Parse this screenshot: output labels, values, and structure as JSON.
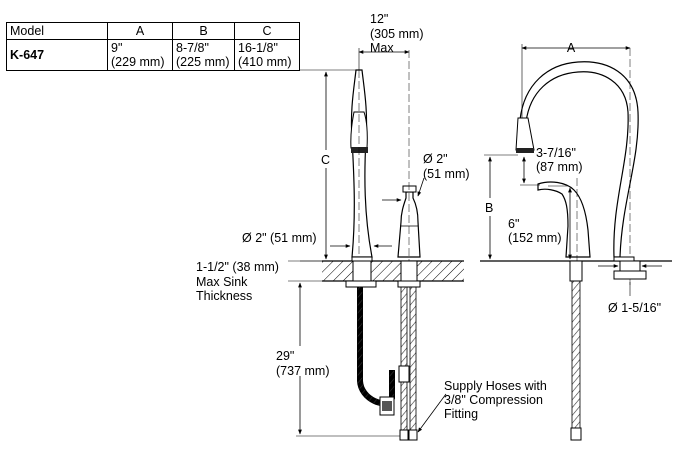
{
  "spec_table": {
    "headers": [
      "Model",
      "A",
      "B",
      "C"
    ],
    "row": {
      "model": "K-647",
      "a_line1": "9\"",
      "a_line2": "(229 mm)",
      "b_line1": "8-7/8\"",
      "b_line2": "(225 mm)",
      "c_line1": "16-1/8\"",
      "c_line2": "(410 mm)"
    }
  },
  "callouts": {
    "max_reach": [
      "12\"",
      "(305 mm)",
      "Max"
    ],
    "dim_c": "C",
    "diameter_side": [
      "Ø 2\"",
      "(51 mm)"
    ],
    "diameter_base": "Ø 2\" (51 mm)",
    "sink_thickness": [
      "1-1/2\" (38 mm)",
      "Max Sink",
      "Thickness"
    ],
    "hose_length": [
      "29\"",
      "(737 mm)"
    ],
    "supply_hoses": [
      "Supply Hoses with",
      "3/8\" Compression",
      "Fitting"
    ],
    "dim_a": "A",
    "dim_b": "B",
    "spray_height": [
      "3-7/16\"",
      "(87 mm)"
    ],
    "handle_height": [
      "6\"",
      "(152 mm)"
    ],
    "shank_diameter": "Ø 1-5/16\""
  }
}
